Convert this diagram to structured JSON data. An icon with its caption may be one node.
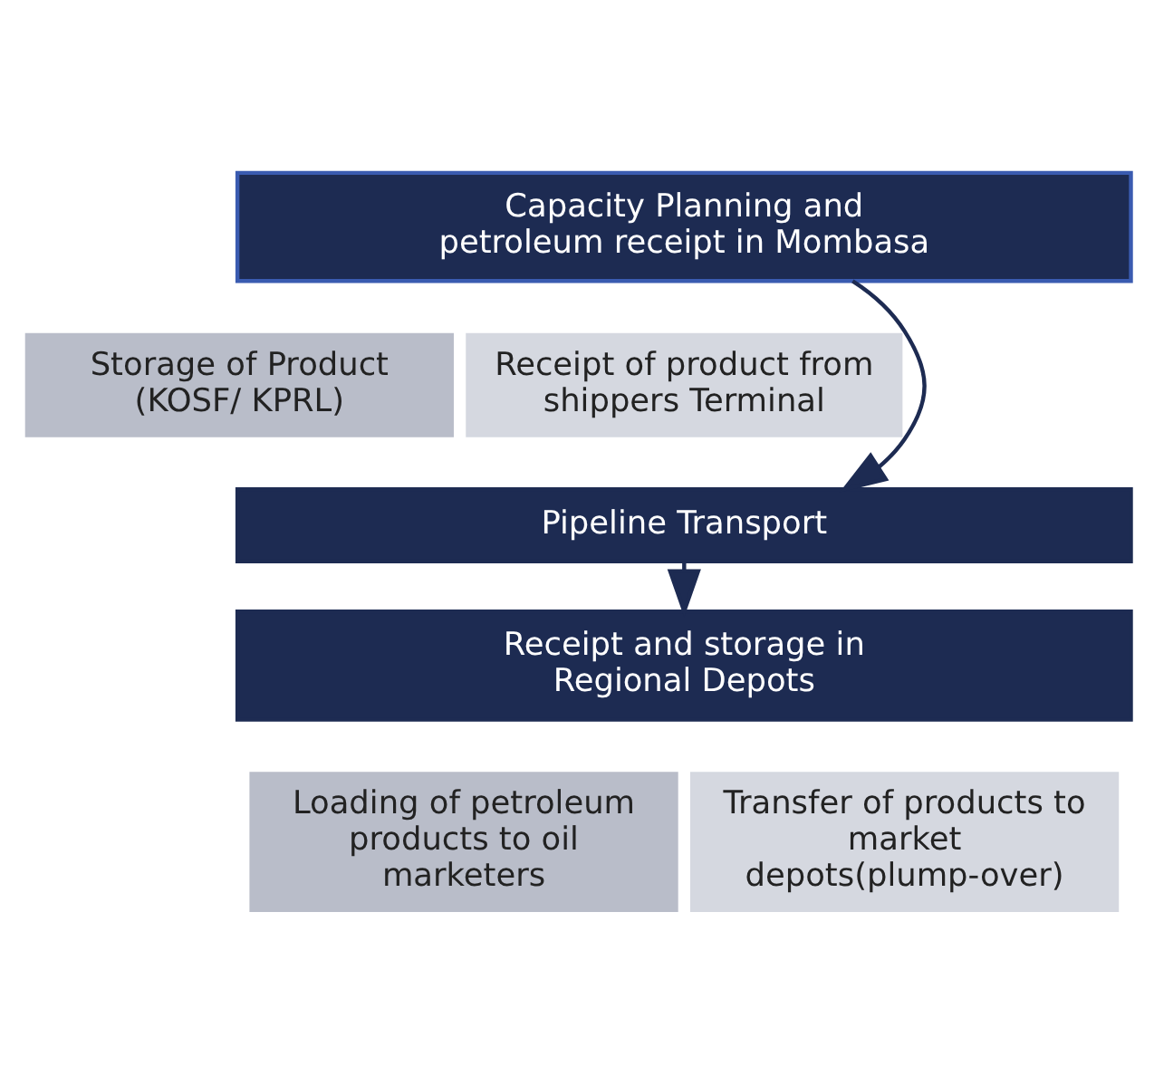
{
  "diagram": {
    "nodes": [
      {
        "text": [
          "Capacity Planning and petroleum receipt in Mombasa"
        ]
      },
      {
        "text": [
          "Storage of Product (KOSF/ KPRL)"
        ]
      },
      {
        "text": [
          "Receipt of product from shippers Terminal"
        ]
      },
      {
        "text": [
          "Pipeline Transport"
        ]
      },
      {
        "text": [
          "Receipt and storage in Regional Depots"
        ]
      },
      {
        "text": [
          "Loading of petroleum products to oil marketers"
        ]
      },
      {
        "text": [
          "Transfer of products to market depots(plump-over)"
        ]
      }
    ],
    "edges": [
      {
        "from": 0,
        "to": 3,
        "arrow": "to"
      },
      {
        "from": 3,
        "to": 4,
        "arrow": "to"
      }
    ]
  }
}
